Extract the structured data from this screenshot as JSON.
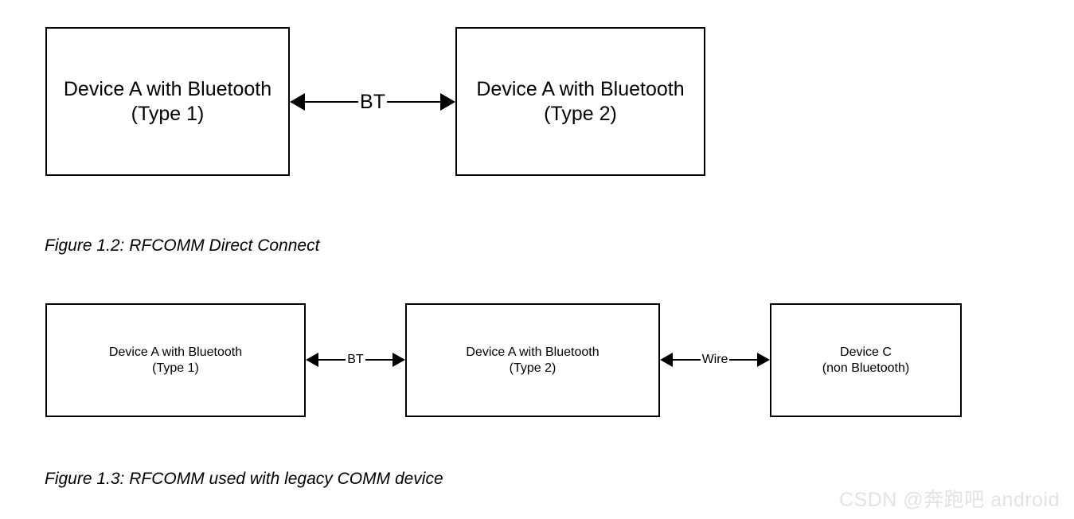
{
  "figures": [
    {
      "id": "figure-1-2",
      "caption": "Figure 1.2: RFCOMM Direct Connect",
      "nodes": [
        {
          "id": "device-a-type-1",
          "line1": "Device A with Bluetooth",
          "line2": "(Type 1)"
        },
        {
          "id": "device-a-type-2",
          "line1": "Device A with Bluetooth",
          "line2": "(Type 2)"
        }
      ],
      "connectors": [
        {
          "id": "connector-bt",
          "label": "BT",
          "style": "double-headed-arrow"
        }
      ]
    },
    {
      "id": "figure-1-3",
      "caption": "Figure 1.3: RFCOMM used with legacy COMM device",
      "nodes": [
        {
          "id": "device-a-type-1",
          "line1": "Device A with Bluetooth",
          "line2": "(Type 1)"
        },
        {
          "id": "device-a-type-2",
          "line1": "Device A with Bluetooth",
          "line2": "(Type 2)"
        },
        {
          "id": "device-c",
          "line1": "Device C",
          "line2": "(non Bluetooth)"
        }
      ],
      "connectors": [
        {
          "id": "connector-bt",
          "label": "BT",
          "style": "double-headed-arrow"
        },
        {
          "id": "connector-wire",
          "label": "Wire",
          "style": "double-headed-arrow"
        }
      ]
    }
  ],
  "watermark": {
    "text": "CSDN @奔跑吧 android",
    "color": "#e3e3e3"
  },
  "colors": {
    "stroke": "#000000",
    "fill": "#ffffff",
    "text": "#000000"
  }
}
